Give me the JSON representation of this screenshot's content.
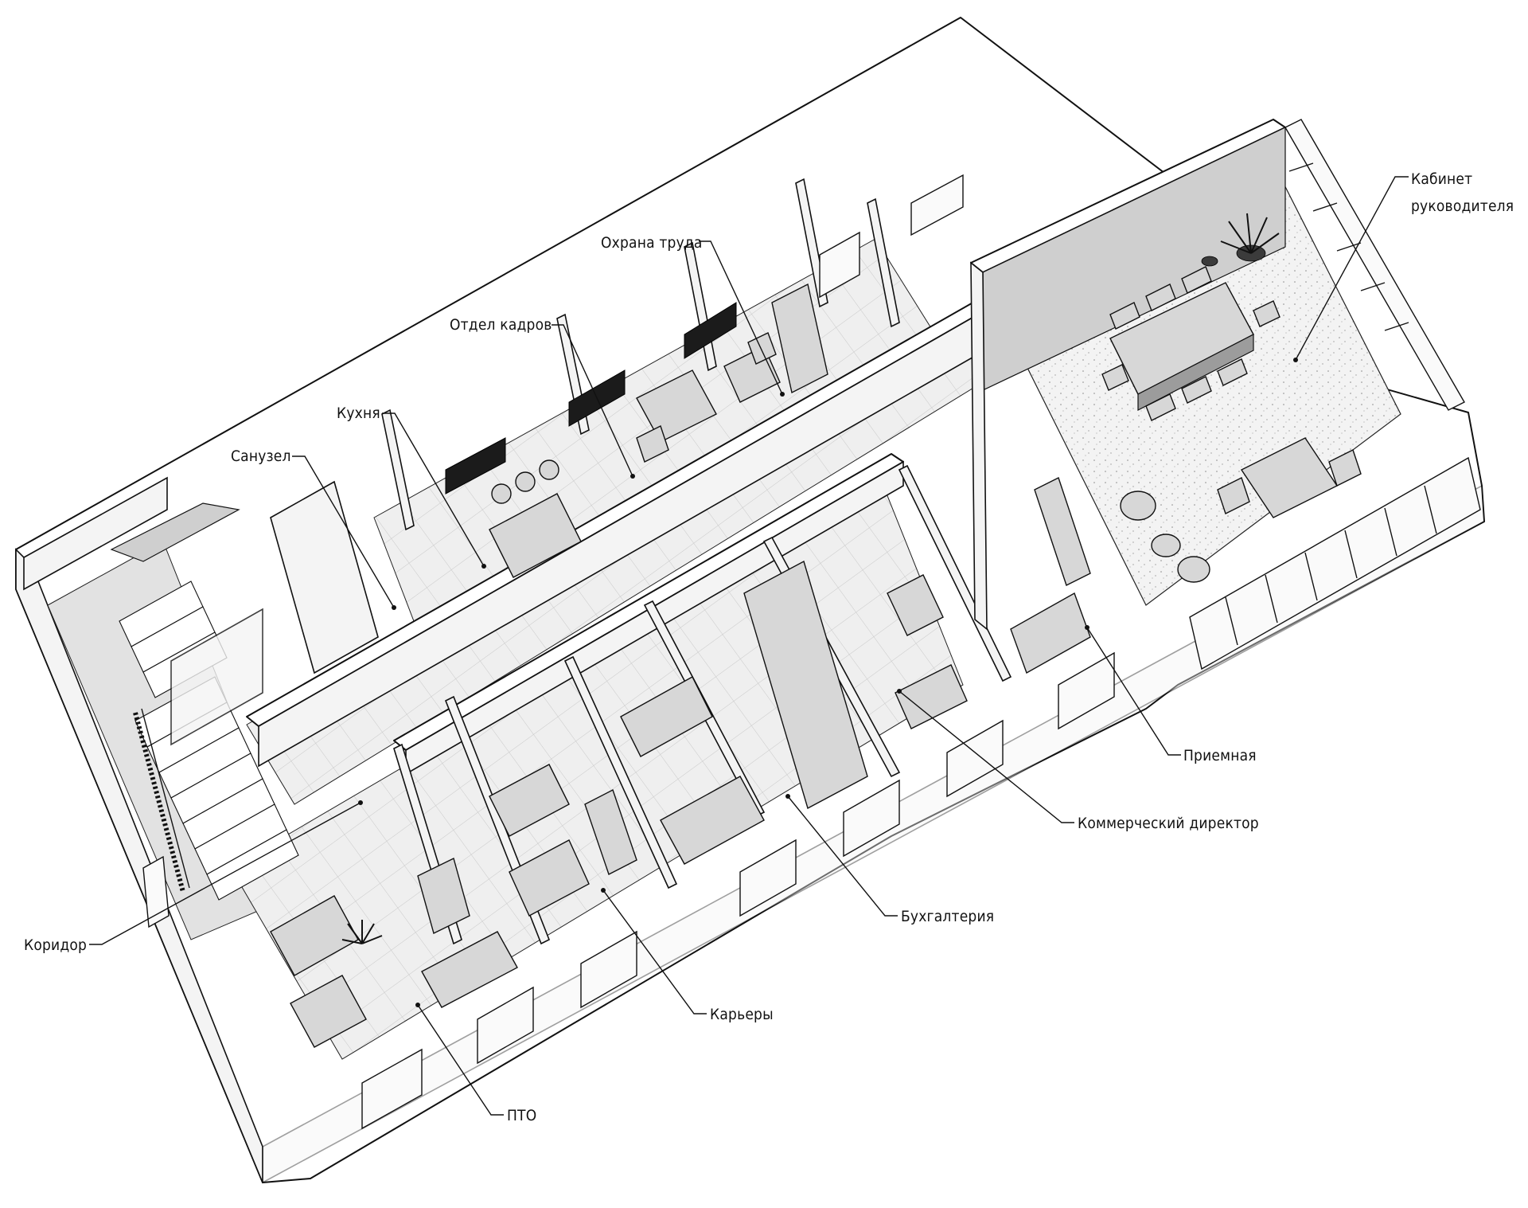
{
  "rooms": [
    {
      "id": "kabinet",
      "label_lines": [
        "Кабинет",
        "руководителя"
      ]
    },
    {
      "id": "ohrana",
      "label_lines": [
        "Охрана труда"
      ]
    },
    {
      "id": "kadry",
      "label_lines": [
        "Отдел кадров"
      ]
    },
    {
      "id": "kuhnya",
      "label_lines": [
        "Кухня"
      ]
    },
    {
      "id": "sanuzel",
      "label_lines": [
        "Санузел"
      ]
    },
    {
      "id": "priemnaya",
      "label_lines": [
        "Приемная"
      ]
    },
    {
      "id": "kommerch",
      "label_lines": [
        "Коммерческий директор"
      ]
    },
    {
      "id": "buhgalt",
      "label_lines": [
        "Бухгалтерия"
      ]
    },
    {
      "id": "koridor",
      "label_lines": [
        "Коридор"
      ]
    },
    {
      "id": "karery",
      "label_lines": [
        "Карьеры"
      ]
    },
    {
      "id": "pto",
      "label_lines": [
        "ПТО"
      ]
    }
  ]
}
